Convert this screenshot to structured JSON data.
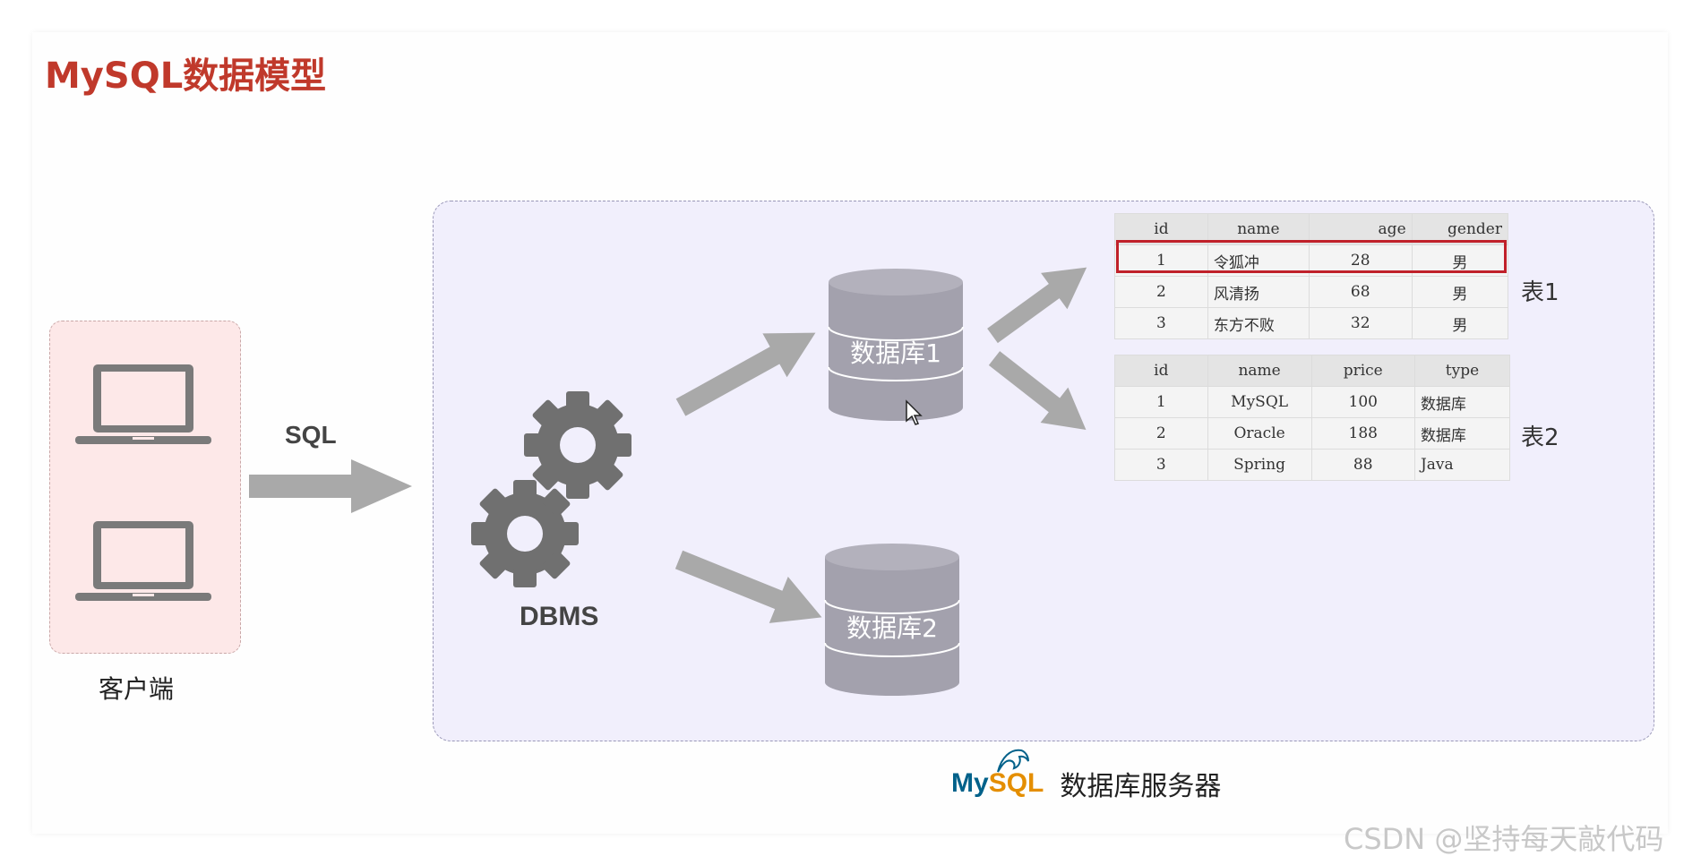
{
  "title": "MySQL数据模型",
  "client": {
    "label": "客户端"
  },
  "arrow_label": "SQL",
  "dbms_label": "DBMS",
  "databases": [
    {
      "label": "数据库1"
    },
    {
      "label": "数据库2"
    }
  ],
  "table1": {
    "label": "表1",
    "columns": [
      "id",
      "name",
      "age",
      "gender"
    ],
    "rows": [
      [
        "1",
        "令狐冲",
        "28",
        "男"
      ],
      [
        "2",
        "风清扬",
        "68",
        "男"
      ],
      [
        "3",
        "东方不败",
        "32",
        "男"
      ]
    ],
    "highlighted_row": 0
  },
  "table2": {
    "label": "表2",
    "columns": [
      "id",
      "name",
      "price",
      "type"
    ],
    "rows": [
      [
        "1",
        "MySQL",
        "100",
        "数据库"
      ],
      [
        "2",
        "Oracle",
        "188",
        "数据库"
      ],
      [
        "3",
        "Spring",
        "88",
        "Java"
      ]
    ]
  },
  "footer": {
    "logo_my": "My",
    "logo_sql": "SQL",
    "text": "数据库服务器"
  },
  "watermark": "CSDN @坚持每天敲代码",
  "colors": {
    "title": "#c0392b",
    "client_bg": "#fde8e8",
    "server_bg": "#f1effc",
    "icon_gray": "#7a7a7a",
    "db_gray": "#a3a1ad",
    "arrow_gray": "#a9a9a9",
    "highlight": "#c0202a"
  },
  "icons": [
    "laptop-icon",
    "gear-icon",
    "database-icon",
    "mysql-dolphin-icon",
    "cursor-icon"
  ]
}
